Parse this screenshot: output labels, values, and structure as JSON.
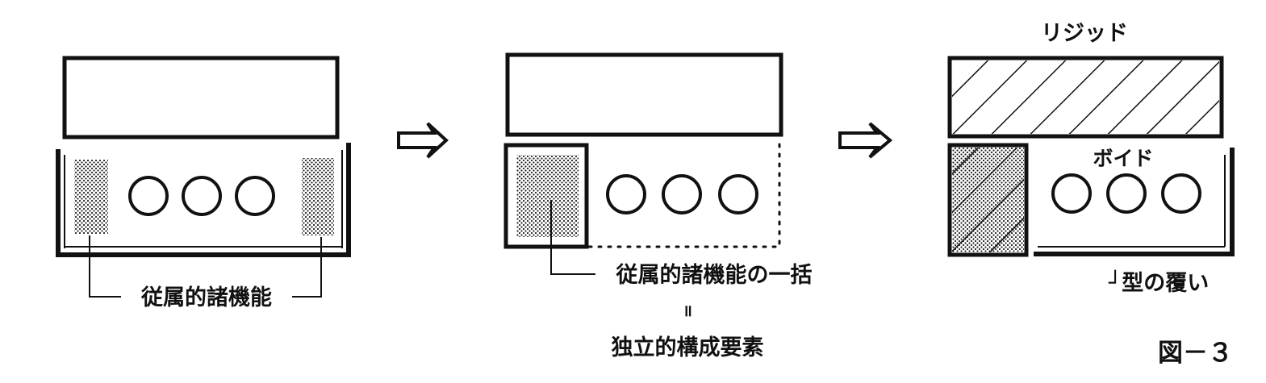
{
  "panel1": {
    "label": "従属的諸機能"
  },
  "panel2": {
    "label": "従属的諸機能の一括",
    "equals": "॥",
    "sublabel": "独立的構成要素"
  },
  "panel3": {
    "top_label": "リジッド",
    "void_label": "ボイド",
    "cover_label": "┘型の覆い"
  },
  "figure_label": "図－３"
}
